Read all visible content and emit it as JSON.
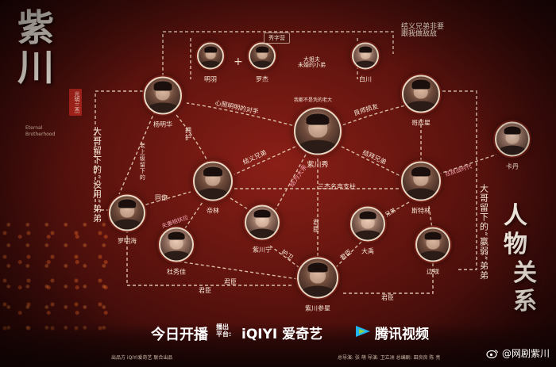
{
  "title": {
    "main_line1": "紫",
    "main_line2": "川",
    "seal": "光明三杰",
    "english": "Eternal\nBrotherhood"
  },
  "corner_title": {
    "line1": "人物",
    "line2": "关系"
  },
  "characters": {
    "zichuanxiu": "紫川秀",
    "yangmingua": "杨明华",
    "dixi": "帝林",
    "luominghai": "罗明海",
    "duqiaojia": "杜秀佳",
    "zichuanning": "紫川宁",
    "zichuansan": "紫川参星",
    "dingyaoxing": "哥应星",
    "sibei": "斯特林",
    "kadan": "卡丹",
    "yejun": "白川",
    "mingyu": "明羽",
    "luojie": "罗杰",
    "liuxian": "大禹",
    "bianji": "边规"
  },
  "labels": {
    "top_bracket": "秀字营",
    "top_right_note": "结义兄弟非要\n跟我做敌敌",
    "big_brother_kid": "大姐夫\n未婚的小弟",
    "not_rely": "我都不是凭的老大",
    "rival": "心照明明的对手",
    "good_friend": "良师损友",
    "sworn_brother_left": "结拜兄弟",
    "sworn_brother_right": "结拜兄弟",
    "bro_xiu_dixi": "结义兄弟",
    "three_heroes": "三杰名声支柱",
    "minister_left": "君臣",
    "minister_right": "君臣",
    "minister_bottom_left": "君臣",
    "minister_bottom_right": "君臣",
    "minister_mid": "君臣",
    "together": "同僚",
    "couple": "夫妻相扶拉",
    "guard": "护卫",
    "brother_ally": "兄弟",
    "left_vertical": "大哥留下的“没用”弟弟",
    "right_vertical": "大哥留下的“嬴弱”弟弟",
    "left_inner_vertical": "老上级留下的",
    "yonghu": "拥护",
    "pink_couple": "结为大亲",
    "xiu_dixi_pink": "小弟",
    "kd_tag": "在敌战时代"
  },
  "bottom": {
    "premiere": "今日开播",
    "platform_label_1": "播出",
    "platform_label_2": "平台:",
    "iqiyi_logo": "iQIYI",
    "iqiyi_name": "爱奇艺",
    "tencent_name": "腾讯视频",
    "credits_left": "出品方  iQIYI爱奇艺      联合出品",
    "credits_right": "总导演: 张 萌    导演: 卫立洲    总编剧: 田良良  陈 亮",
    "weibo": "@网剧紫川"
  },
  "colors": {
    "accent": "#a8231b",
    "line": "#e7cfb8",
    "bg_dark": "#2e0807"
  }
}
